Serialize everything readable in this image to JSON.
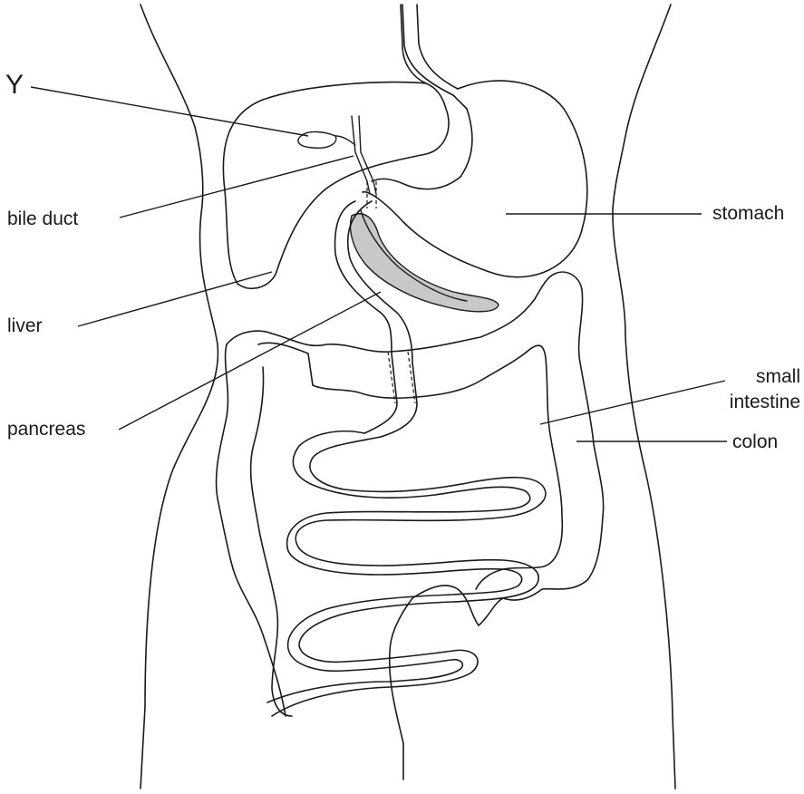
{
  "diagram": {
    "labels": {
      "y": "Y",
      "bile_duct": "bile duct",
      "liver": "liver",
      "pancreas": "pancreas",
      "stomach": "stomach",
      "small_intestine_line1": "small",
      "small_intestine_line2": "intestine",
      "colon": "colon"
    },
    "colors": {
      "outline": "#1a1a1a",
      "pancreas_fill": "#c8c8c8",
      "background": "#ffffff"
    }
  }
}
